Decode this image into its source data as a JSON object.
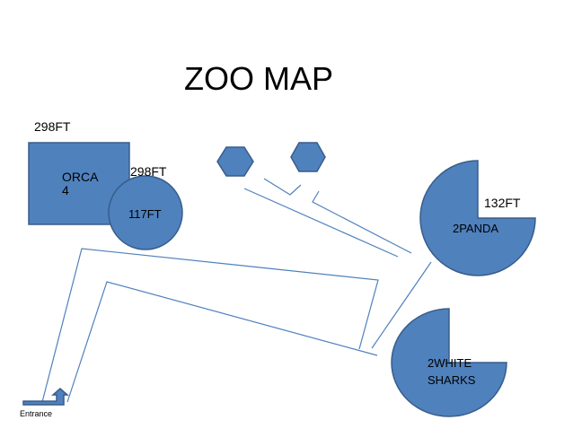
{
  "title": "ZOO MAP",
  "labels": {
    "orca_width": "298FT",
    "orca_name_line1": "ORCA",
    "orca_name_line2": "4",
    "circle_edge": "298FT",
    "circle_size": "117FT",
    "panda_size": "132FT",
    "panda_name": "2PANDA",
    "sharks_line1": "2WHITE",
    "sharks_line2": "SHARKS",
    "entrance": "Entrance"
  },
  "colors": {
    "fill": "#4f81bd",
    "stroke": "#385d8a",
    "path_line": "#4f81bd",
    "text": "#000000"
  },
  "icons": {
    "entrance": "bent-up-arrow-icon"
  }
}
